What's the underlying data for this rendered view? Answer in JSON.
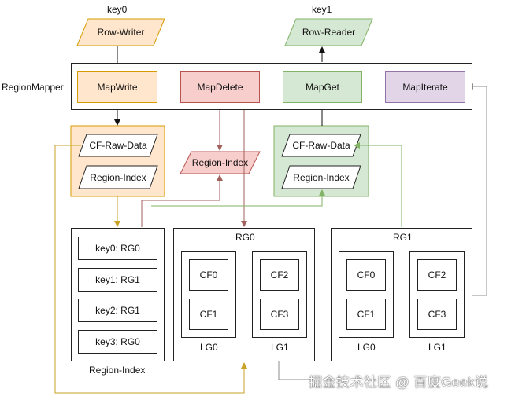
{
  "colors": {
    "orange_fill": "#ffe6cc",
    "orange_stroke": "#d79b00",
    "green_fill": "#d5e8d4",
    "green_stroke": "#82b366",
    "red_fill": "#f8cecc",
    "red_stroke": "#b85450",
    "purple_fill": "#e1d5e7",
    "purple_stroke": "#9673a6",
    "gold_line": "#c9a227",
    "brown_line": "#a0605c",
    "gray_line": "#8c8c8c"
  },
  "keys": {
    "key0": "key0",
    "key1": "key1"
  },
  "io": {
    "row_writer": "Row-Writer",
    "row_reader": "Row-Reader"
  },
  "mapper": {
    "label": "RegionMapper",
    "ops": {
      "write": "MapWrite",
      "delete": "MapDelete",
      "get": "MapGet",
      "iterate": "MapIterate"
    }
  },
  "write_group": {
    "cf_raw": "CF-Raw-Data",
    "region_index": "Region-Index"
  },
  "delete_group": {
    "region_index": "Region-Index"
  },
  "get_group": {
    "cf_raw": "CF-Raw-Data",
    "region_index": "Region-Index"
  },
  "region_index_table": {
    "title": "Region-Index",
    "rows": [
      "key0: RG0",
      "key1: RG1",
      "key2: RG1",
      "key3: RG0"
    ]
  },
  "rg0": {
    "title": "RG0",
    "lg0": {
      "label": "LG0",
      "cfs": [
        "CF0",
        "CF1"
      ]
    },
    "lg1": {
      "label": "LG1",
      "cfs": [
        "CF2",
        "CF3"
      ]
    }
  },
  "rg1": {
    "title": "RG1",
    "lg0": {
      "label": "LG0",
      "cfs": [
        "CF0",
        "CF1"
      ]
    },
    "lg1": {
      "label": "LG1",
      "cfs": [
        "CF2",
        "CF3"
      ]
    }
  },
  "watermark": "掘金技术社区 @ 百度Geek说"
}
